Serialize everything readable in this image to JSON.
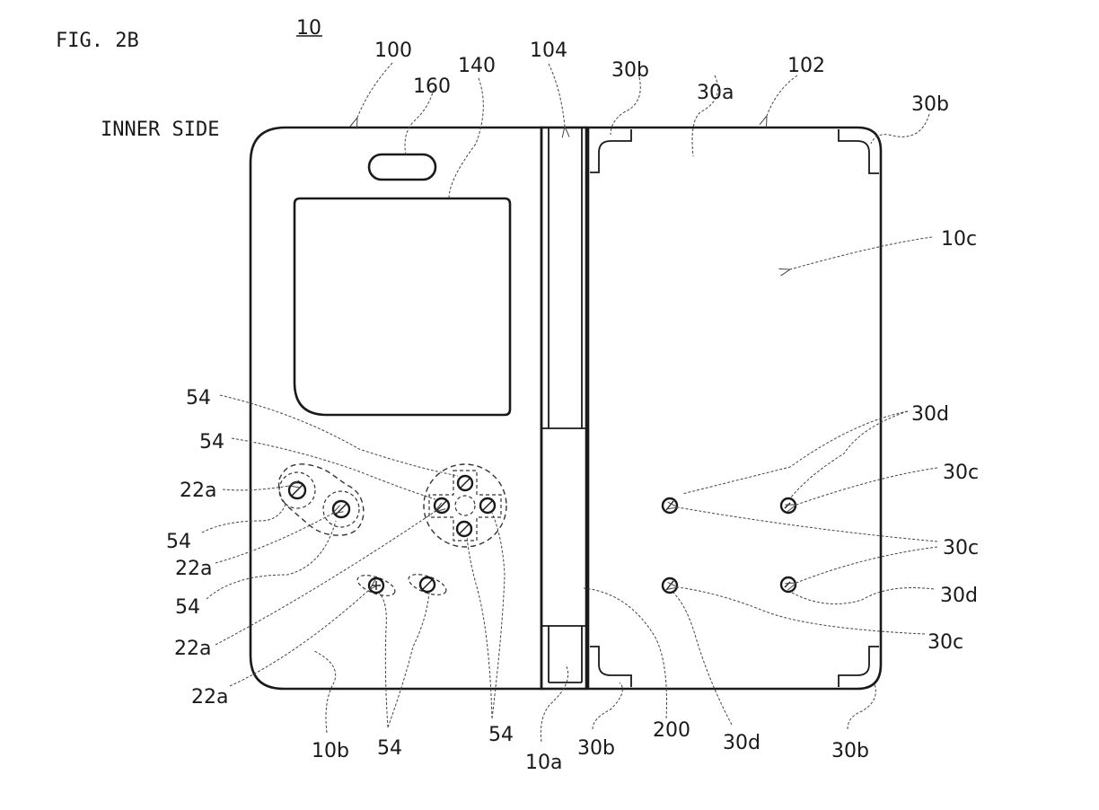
{
  "figure": {
    "title": "FIG. 2B",
    "device_ref": "10",
    "view_label": "INNER SIDE"
  },
  "parts": {
    "upper_housing": "100",
    "lower_housing": "102",
    "hinge": "104",
    "speaker": "160",
    "display": "140",
    "cover_face": "30a",
    "corner_guard": "30b",
    "contact_c": "30c",
    "contact_d": "30d",
    "face_10a": "10a",
    "face_10b": "10b",
    "face_10c": "10c",
    "operation_button": "22a",
    "button_contact": "54",
    "joint": "200"
  },
  "labels": {
    "l100": "100",
    "l104": "104",
    "l140": "140",
    "l160": "160",
    "l102": "102",
    "l30a": "30a",
    "l30b_tl": "30b",
    "l30b_tr": "30b",
    "l30b_bl": "30b",
    "l30b_br": "30b",
    "l10c": "10c",
    "l30d_top": "30d",
    "l30c_1": "30c",
    "l30c_2": "30c",
    "l30d_mid": "30d",
    "l30c_3": "30c",
    "l30d_bot": "30d",
    "l200": "200",
    "l10a": "10a",
    "l10b": "10b",
    "l54_a": "54",
    "l54_b": "54",
    "l22a_1": "22a",
    "l54_c": "54",
    "l22a_2": "22a",
    "l54_d": "54",
    "l22a_3": "22a",
    "l22a_4": "22a",
    "l54_bottom_left": "54",
    "l54_bottom_right": "54"
  }
}
